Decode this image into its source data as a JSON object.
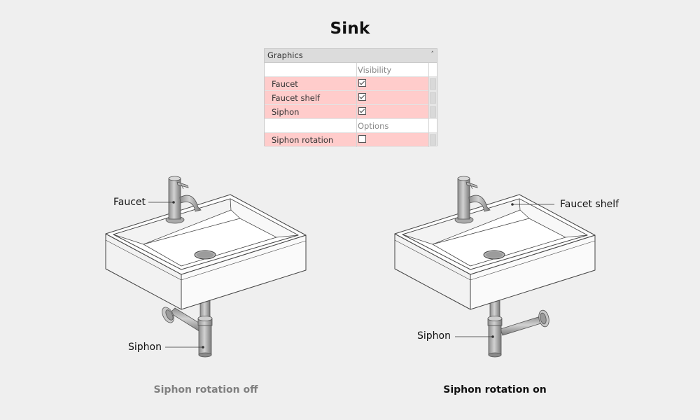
{
  "title": "Sink",
  "panel": {
    "header": "Graphics",
    "collapse_glyph": "˄",
    "rows": [
      {
        "type": "group",
        "label": "Visibility"
      },
      {
        "type": "param",
        "name": "Faucet",
        "checked": true,
        "highlight": true
      },
      {
        "type": "param",
        "name": "Faucet shelf",
        "checked": true,
        "highlight": true
      },
      {
        "type": "param",
        "name": "Siphon",
        "checked": true,
        "highlight": true
      },
      {
        "type": "group",
        "label": "Options"
      },
      {
        "type": "param",
        "name": "Siphon rotation",
        "checked": false,
        "highlight": true
      }
    ]
  },
  "left": {
    "callouts": {
      "faucet": "Faucet",
      "siphon": "Siphon"
    },
    "caption": "Siphon rotation off"
  },
  "right": {
    "callouts": {
      "faucet_shelf": "Faucet shelf",
      "siphon": "Siphon"
    },
    "caption": "Siphon rotation on"
  },
  "colors": {
    "highlight": "#ffcccb",
    "background": "#efefef",
    "caption_off": "#808080",
    "caption_on": "#111111"
  }
}
